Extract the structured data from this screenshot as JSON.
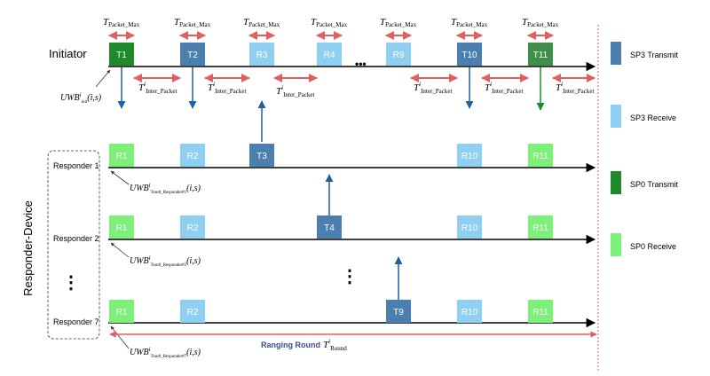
{
  "colors": {
    "sp3_transmit": "#4a7fb0",
    "sp3_receive": "#8fd0f2",
    "sp0_transmit": "#1f8a2a",
    "sp0_receive": "#7df07a",
    "arrow_red": "#e06060",
    "axis": "#000000",
    "blue_arrow": "#1f5f9f",
    "green_arrow": "#1f8a2a",
    "round_text": "#3a4aa0"
  },
  "rows": {
    "initiator": "Initiator",
    "responders": [
      "Responder 1",
      "Responder 2",
      "Responder 7"
    ],
    "group_label": "Responder-Device",
    "vertical_dots": "⋮",
    "horizontal_dots": "•••"
  },
  "initiator_slots": [
    "T1",
    "T2",
    "R3",
    "R4",
    "R9",
    "T10",
    "T11"
  ],
  "responder1_slots": [
    "R1",
    "R2",
    "T3",
    "R10",
    "R11"
  ],
  "responder2_slots": [
    "R1",
    "R2",
    "T4",
    "R10",
    "R11"
  ],
  "responder7_slots": [
    "R1",
    "R2",
    "T9",
    "R10",
    "R11"
  ],
  "timing": {
    "packet_max": "T",
    "packet_max_sub": "Packet_Max",
    "inter_packet": "T",
    "inter_packet_sup": "i",
    "inter_packet_sub": "Inter_Packet",
    "round_label": "Ranging Round",
    "round_symbol": "T",
    "round_sup": "i",
    "round_sub": "Round"
  },
  "uwb": {
    "initiator": "UWB",
    "initiator_sup": "i",
    "initiator_sub": "init",
    "initiator_args": "(i,s)",
    "responder1": "UWB",
    "responder1_sup": "i",
    "responder1_sub": "Tout0_Responder#1",
    "responder1_args": "(i,s)",
    "responder2": "UWB",
    "responder2_sup": "i",
    "responder2_sub": "Tout0_Responder#2",
    "responder2_args": "(i,s)",
    "responder7": "UWB",
    "responder7_sup": "i",
    "responder7_sub": "Tout0_Responder#7",
    "responder7_args": "(i,s)"
  },
  "legend": [
    {
      "label": "SP3 Transmit",
      "color": "#4a7fb0"
    },
    {
      "label": "SP3 Receive",
      "color": "#8fd0f2"
    },
    {
      "label": "SP0 Transmit",
      "color": "#1f8a2a"
    },
    {
      "label": "SP0 Receive",
      "color": "#7df07a"
    }
  ]
}
